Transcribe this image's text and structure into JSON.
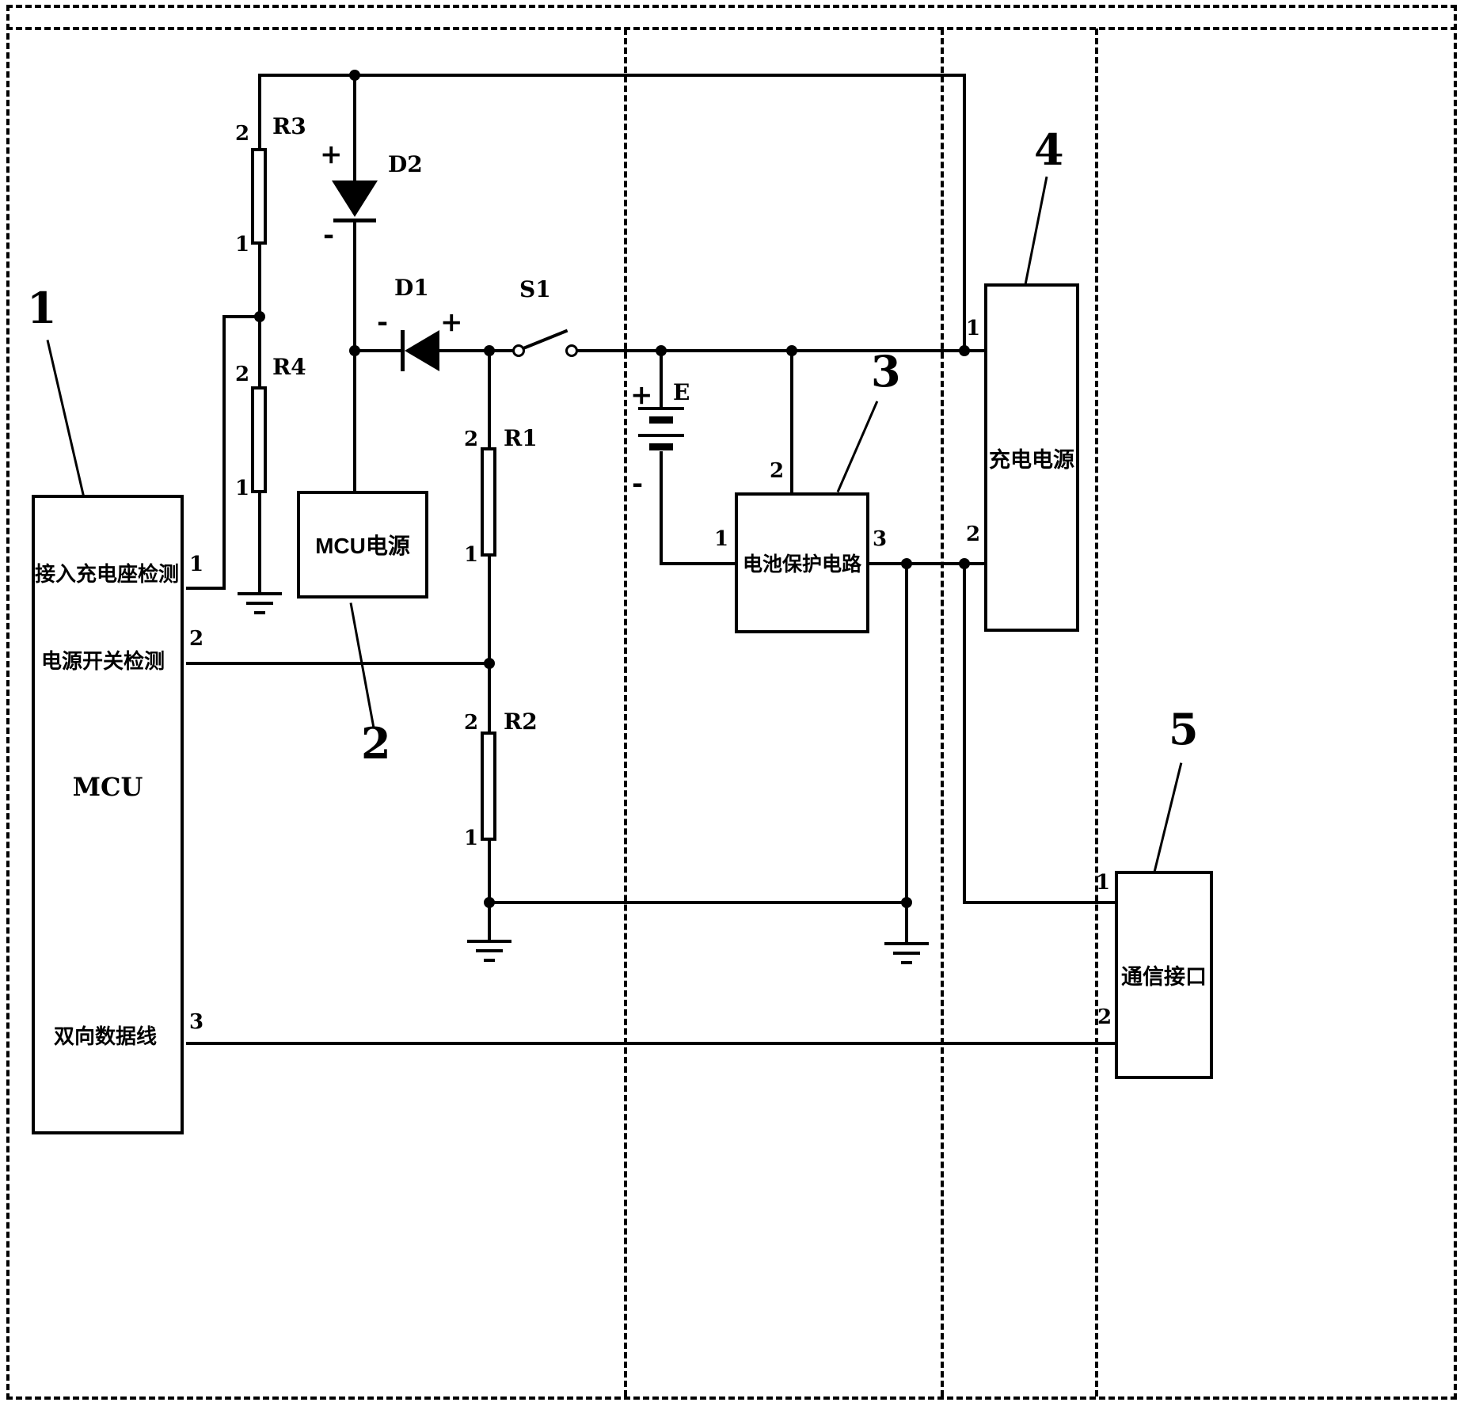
{
  "figure": {
    "ref_labels": {
      "mcu": "1",
      "mcu_power": "2",
      "battery_protection": "3",
      "charge_power": "4",
      "comm_interface": "5"
    },
    "mcu": {
      "name": "MCU",
      "pin1_signal": "接入充电座检测",
      "pin2_signal": "电源开关检测",
      "pin3_signal": "双向数据线",
      "pin1": "1",
      "pin2": "2",
      "pin3": "3"
    },
    "mcu_power": {
      "name": "MCU电源"
    },
    "battery_protection": {
      "name": "电池保护电路",
      "pin1": "1",
      "pin2": "2",
      "pin3": "3"
    },
    "charge_power": {
      "name": "充电电源",
      "pin1": "1",
      "pin2": "2"
    },
    "comm_interface": {
      "name": "通信接口",
      "pin1": "1",
      "pin2": "2"
    },
    "r1": {
      "name": "R1",
      "pin_top": "2",
      "pin_bottom": "1"
    },
    "r2": {
      "name": "R2",
      "pin_top": "2",
      "pin_bottom": "1"
    },
    "r3": {
      "name": "R3",
      "pin_top": "2",
      "pin_bottom": "1"
    },
    "r4": {
      "name": "R4",
      "pin_top": "2",
      "pin_bottom": "1"
    },
    "d1": {
      "name": "D1",
      "cathode": "-",
      "anode": "+"
    },
    "d2": {
      "name": "D2",
      "anode": "+",
      "cathode": "-"
    },
    "s1": {
      "name": "S1"
    },
    "battery": {
      "name": "E",
      "plus": "+",
      "minus": "-"
    }
  }
}
